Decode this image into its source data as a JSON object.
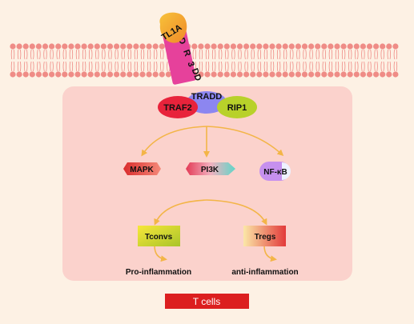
{
  "ligand": {
    "label": "TL1A"
  },
  "receptor": {
    "letters": [
      "D",
      "R",
      "3"
    ],
    "domain_label": "DD"
  },
  "adaptors": {
    "tradd": "TRADD",
    "traf2": "TRAF2",
    "rip1": "RIP1"
  },
  "pathways": {
    "mapk": "MAPK",
    "pi3k": "PI3K",
    "nfkb": "NF-κB"
  },
  "cells": {
    "tconvs": "Tconvs",
    "tregs": "Tregs"
  },
  "outcomes": {
    "pro": "Pro-inflammation",
    "anti": "anti-inflammation"
  },
  "footer": {
    "label": "T cells"
  },
  "colors": {
    "background": "#fdf1e4",
    "membrane_head": "#ef8c86",
    "cytoplasm": "#fbd2cc",
    "arrow": "#f3b547",
    "tradd": "#8c86f0",
    "traf2": "#e8233b",
    "rip1": "#b8d12a",
    "tl1a": "#f3a02b",
    "dr3": "#e6419b",
    "footer_bar": "#dc1f1f"
  }
}
